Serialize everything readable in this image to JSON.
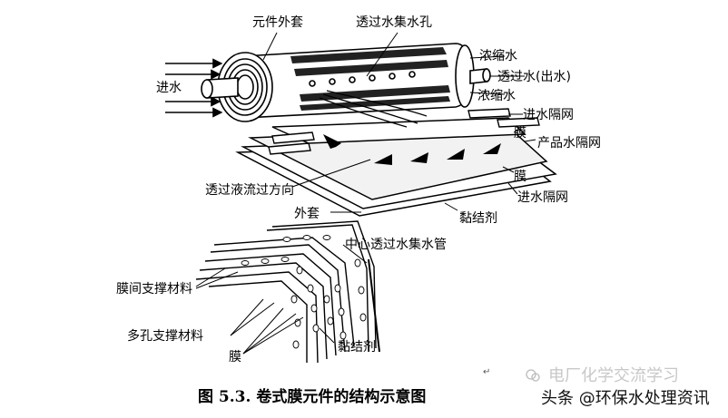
{
  "labels": {
    "shell": "元件外套",
    "permeate_hole": "透过水集水孔",
    "feed_in": "进水",
    "concentrate_top": "浓缩水",
    "permeate_out": "透过水(出水)",
    "concentrate_bottom": "浓缩水",
    "feed_spacer_top": "进水隔网",
    "membrane_top": "膜",
    "product_spacer": "产品水隔网",
    "flow_direction": "透过液流过方向",
    "membrane_mid": "膜",
    "feed_spacer_mid": "进水隔网",
    "outer_cover": "外套",
    "adhesive_top": "黏结剂",
    "center_tube": "中心透过水集水管",
    "inter_membrane_support": "膜间支撑材料",
    "porous_support": "多孔支撑材料",
    "membrane_bottom": "膜",
    "adhesive_bottom": "黏结剂"
  },
  "caption": "图 5.3. 卷式膜元件的结构示意图",
  "caption_mark": "↵",
  "watermark": {
    "back": "电厂化学交流学习",
    "front": "头条 @环保水处理资讯"
  }
}
